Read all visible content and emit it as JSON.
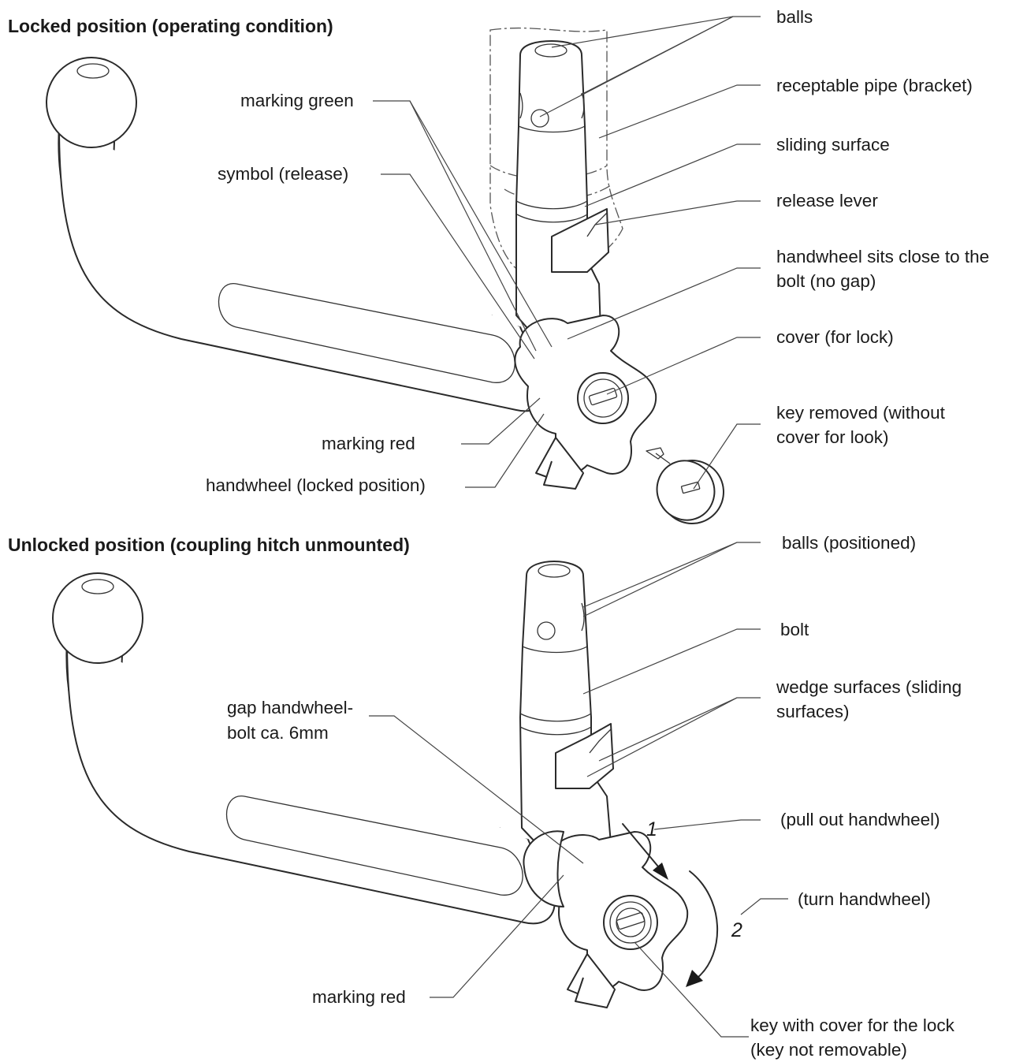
{
  "locked": {
    "title": "Locked position (operating condition)",
    "labels": {
      "balls": "balls",
      "receptable_pipe": "receptable pipe (bracket)",
      "sliding_surface": "sliding surface",
      "release_lever": "release lever",
      "handwheel_close_1": "handwheel sits close to the",
      "handwheel_close_2": "bolt (no gap)",
      "cover": "cover (for lock)",
      "key_removed_1": "key removed (without",
      "key_removed_2": "cover for look)",
      "marking_green": "marking green",
      "symbol_release": "symbol (release)",
      "marking_red": "marking red",
      "handwheel_locked": "handwheel (locked position)"
    }
  },
  "unlocked": {
    "title": "Unlocked position (coupling hitch unmounted)",
    "labels": {
      "balls_positioned": "balls (positioned)",
      "bolt": "bolt",
      "wedge_1": "wedge surfaces (sliding",
      "wedge_2": "surfaces)",
      "gap_1": "gap handwheel-",
      "gap_2": "bolt ca. 6mm",
      "pull_out": "(pull out handwheel)",
      "turn": "(turn handwheel)",
      "marking_red": "marking red",
      "key_cover_1": "key with cover for the lock",
      "key_cover_2": "(key not removable)",
      "step_1": "1",
      "step_2": "2"
    }
  }
}
